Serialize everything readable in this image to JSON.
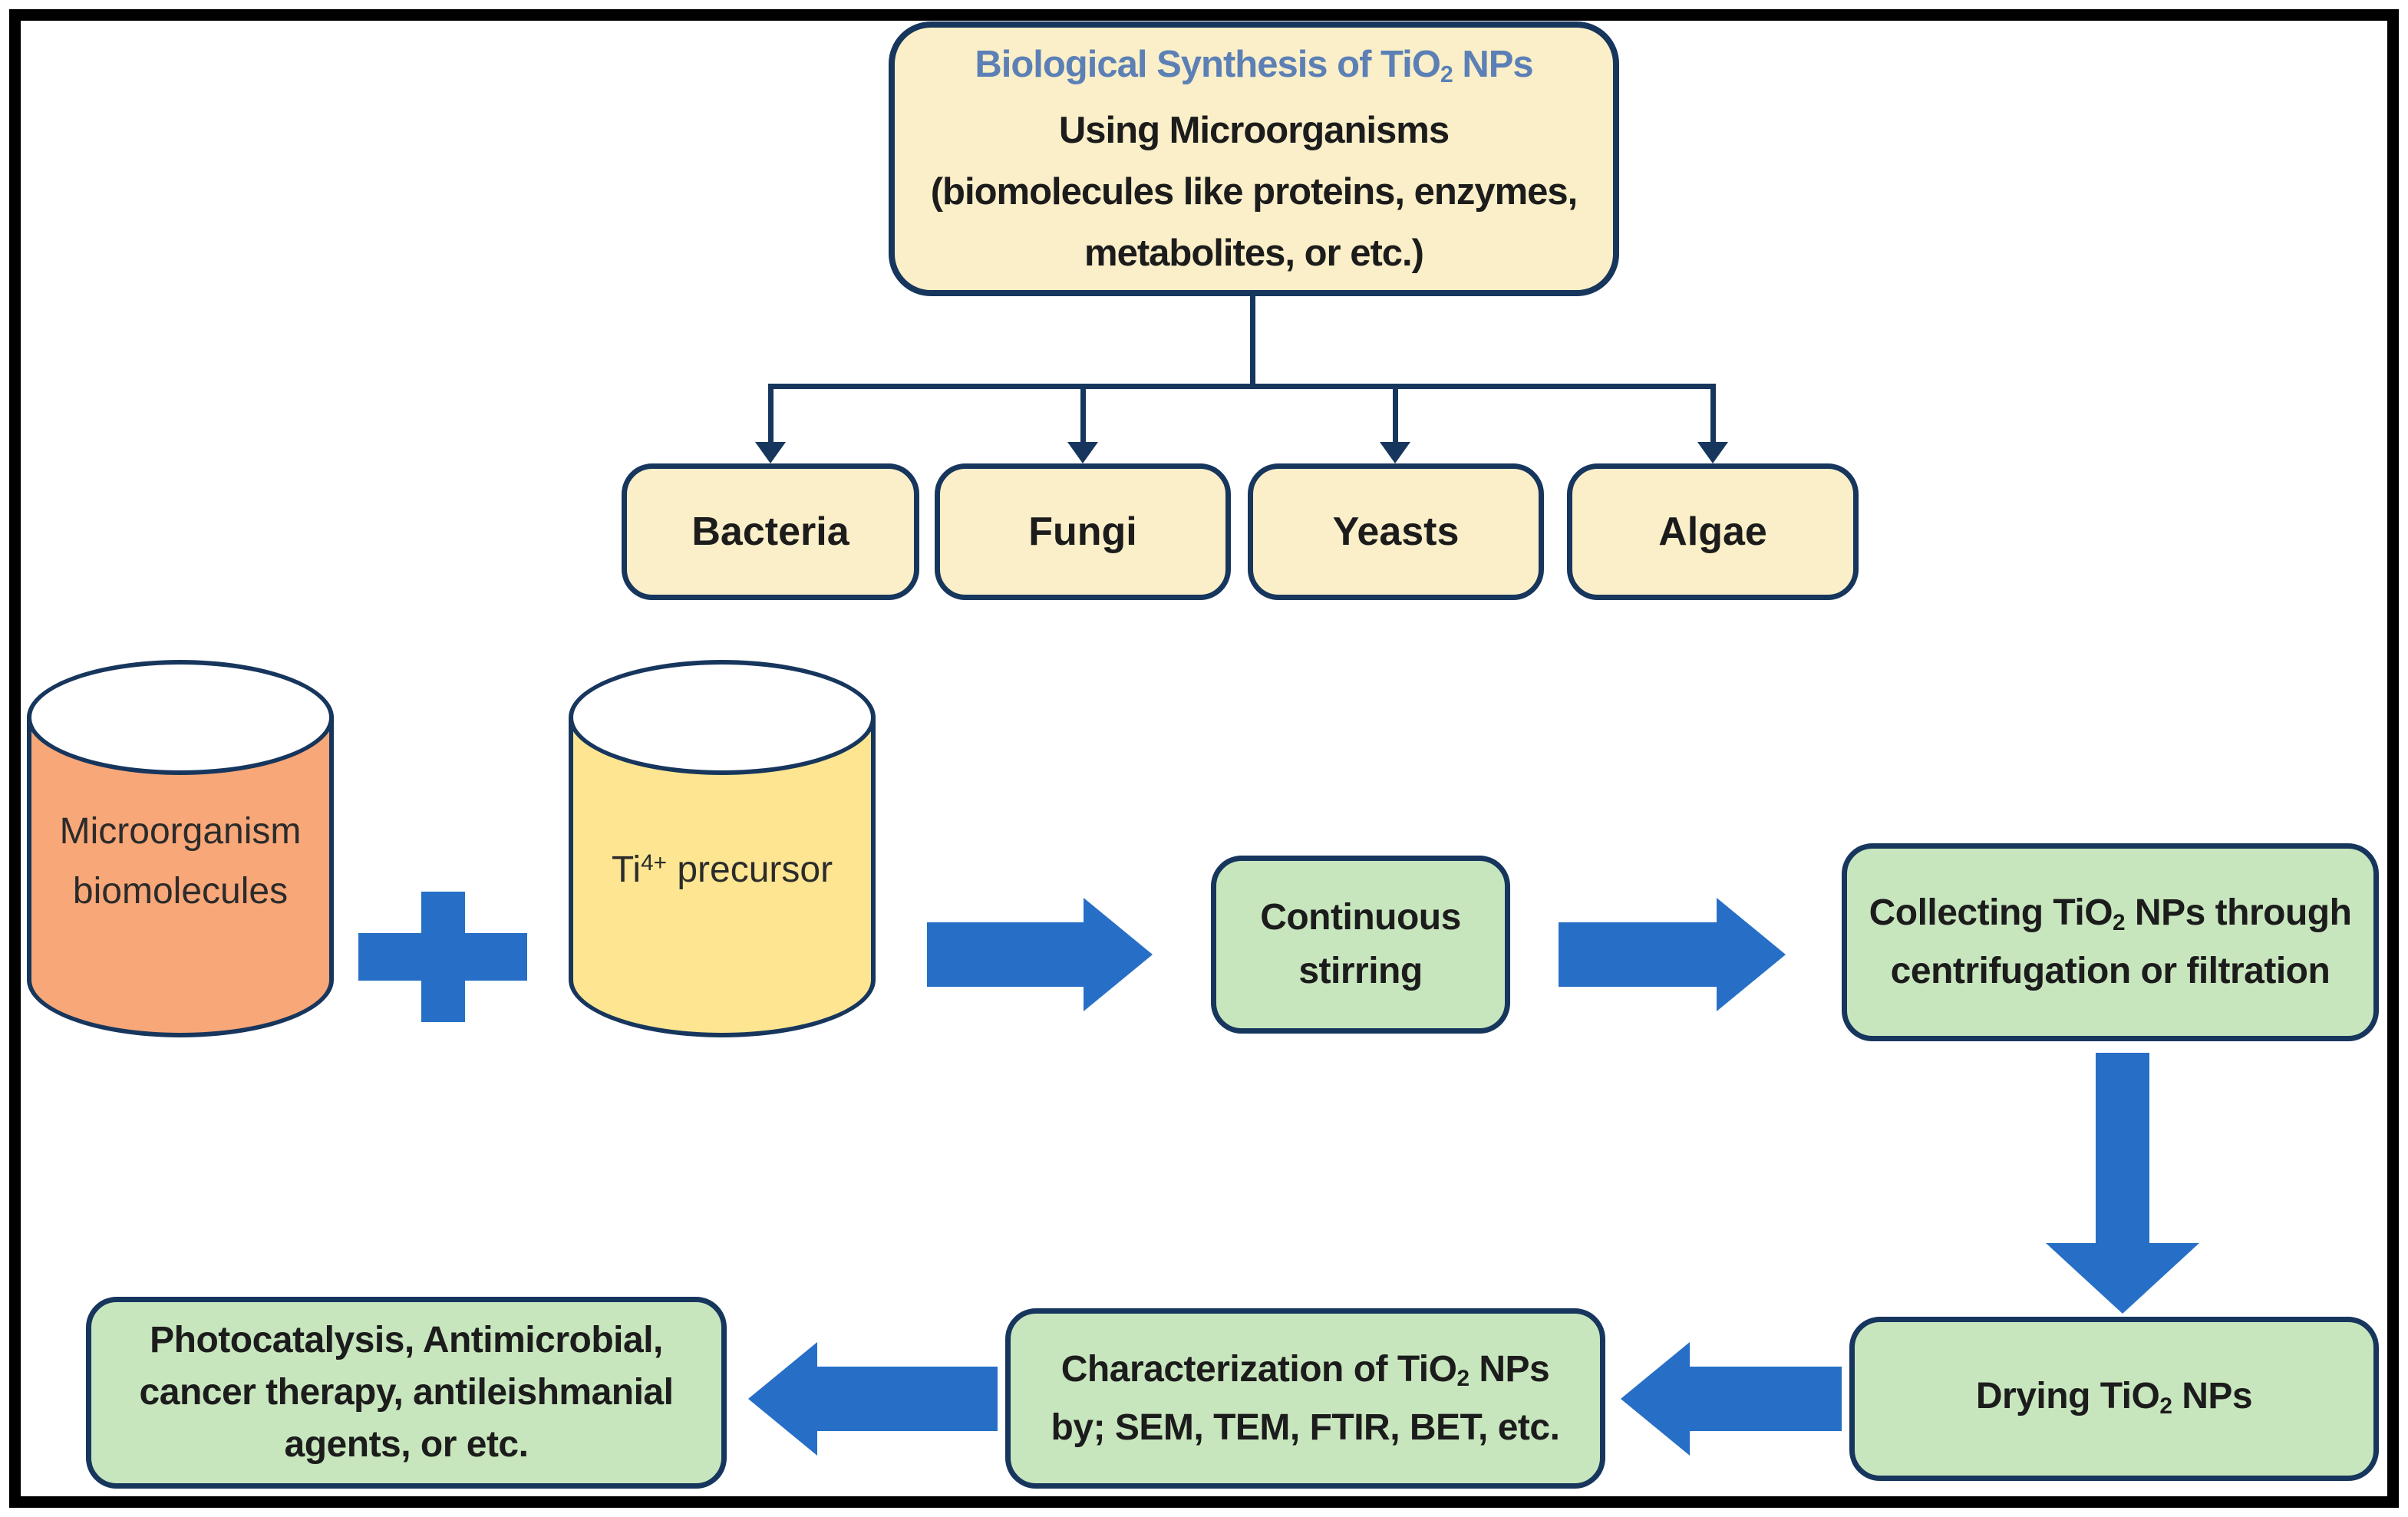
{
  "colors": {
    "cream": "#FAEFC8",
    "green": "#C8E6BE",
    "orange": "#F8A778",
    "yellow": "#FDE592",
    "navy": "#17365D",
    "blue": "#276FC6",
    "titleblue": "#5C80B6",
    "ink": "#1C1C1C"
  },
  "top_box": {
    "title": {
      "pre": "Biological Synthesis of TiO",
      "sub": "2",
      "post": " NPs"
    },
    "line2": "Using Microorganisms",
    "line3": "(biomolecules like proteins, enzymes,",
    "line4": "metabolites, or etc.)"
  },
  "categories": [
    {
      "label": "Bacteria"
    },
    {
      "label": "Fungi"
    },
    {
      "label": "Yeasts"
    },
    {
      "label": "Algae"
    }
  ],
  "cylinders": {
    "microorganism": {
      "line1": "Microorganism",
      "line2": "biomolecules"
    },
    "precursor": {
      "pre": "Ti",
      "sup": "4+",
      "post": " precursor"
    }
  },
  "operators": {
    "plus": "+"
  },
  "process": {
    "stirring": {
      "line1": "Continuous",
      "line2": "stirring"
    },
    "collecting": {
      "line1": {
        "pre": "Collecting TiO",
        "sub": "2",
        "post": " NPs through"
      },
      "line2": "centrifugation or filtration"
    },
    "drying": {
      "pre": "Drying TiO",
      "sub": "2",
      "post": " NPs"
    },
    "characterization": {
      "line1": {
        "pre": "Characterization of TiO",
        "sub": "2",
        "post": " NPs"
      },
      "line2": "by; SEM, TEM, FTIR, BET, etc."
    },
    "applications": {
      "line1": "Photocatalysis, Antimicrobial,",
      "line2": "cancer therapy, antileishmanial",
      "line3": "agents, or etc."
    }
  }
}
